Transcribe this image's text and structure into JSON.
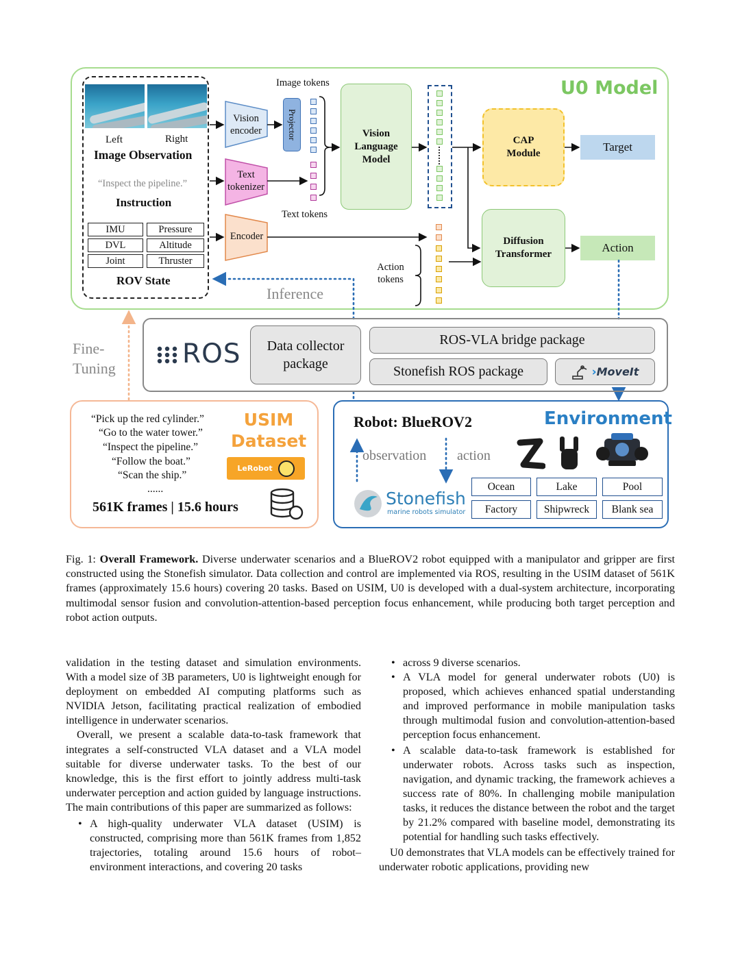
{
  "figure": {
    "model_title": "U0 Model",
    "image_tokens_label": "Image tokens",
    "text_tokens_label": "Text tokens",
    "action_tokens_label": "Action tokens",
    "left_label": "Left",
    "right_label": "Right",
    "image_observation": "Image Observation",
    "instruction_example": "“Inspect the pipeline.”",
    "instruction_label": "Instruction",
    "rov_state_label": "ROV State",
    "rov_state_cells": [
      "IMU",
      "Pressure",
      "DVL",
      "Altitude",
      "Joint",
      "Thruster"
    ],
    "vision_encoder": "Vision encoder",
    "projector": "Projector",
    "text_tokenizer": "Text tokenizer",
    "encoder": "Encoder",
    "vlm": "Vision Language Model",
    "cap_module": "CAP Module",
    "diffusion_transformer": "Diffusion Transformer",
    "target": "Target",
    "action": "Action",
    "inference": "Inference",
    "fine_tuning": "Fine- Tuning",
    "ros_logo": "ROS",
    "data_collector": "Data collector package",
    "ros_vla_bridge": "ROS-VLA bridge package",
    "stonefish_ros": "Stonefish ROS package",
    "moveit": "MoveIt",
    "usim_title": "USIM Dataset",
    "usim_instructions": [
      "“Pick up the  red cylinder.”",
      "“Go to the water tower.”",
      "“Inspect the pipeline.”",
      "“Follow the boat.”",
      "“Scan the ship.”",
      "......"
    ],
    "lerobot": "LeRobot",
    "usim_stats": "561K frames | 15.6 hours",
    "robot_label": "Robot: BlueROV2",
    "environment_title": "Environment",
    "observation": "observation",
    "action_lower": "action",
    "stonefish_name": "Stonefish",
    "stonefish_sub": "marine robots simulator",
    "environments": [
      "Ocean",
      "Lake",
      "Pool",
      "Factory",
      "Shipwreck",
      "Blank sea"
    ],
    "colors": {
      "green": "#8fd07a",
      "blue_frame": "#2a6db5",
      "orange_frame": "#f0a878",
      "usim_orange": "#f4a23c",
      "env_blue": "#2a7fc4",
      "target_fill": "#bdd7ee",
      "action_fill": "#c6e8b8"
    }
  },
  "caption": {
    "label": "Fig. 1: ",
    "title": "Overall Framework.",
    "text": " Diverse underwater scenarios and a BlueROV2 robot equipped with a manipulator and gripper are first constructed using the Stonefish simulator. Data collection and control are implemented via ROS, resulting in the USIM dataset of 561K frames (approximately 15.6 hours) covering 20 tasks. Based on USIM, U0 is developed with a dual-system architecture, incorporating multimodal sensor fusion and convolution-attention-based perception focus enhancement, while producing both target perception and robot action outputs."
  },
  "left_column": {
    "p1": "validation in the testing dataset and simulation environments. With a model size of 3B parameters, U0 is lightweight enough for deployment on embedded AI computing platforms such as NVIDIA Jetson, facilitating practical realization of embodied intelligence in underwater scenarios.",
    "p2": "Overall, we present a scalable data-to-task framework that integrates a self-constructed VLA dataset and a VLA model suitable for diverse underwater tasks. To the best of our knowledge, this is the first effort to jointly address multi-task underwater perception and action guided by language instructions. The main contributions of this paper are summarized as follows:",
    "bullet1": "A high-quality underwater VLA dataset (USIM) is constructed, comprising more than 561K frames from 1,852 trajectories, totaling around 15.6 hours of robot–environment interactions, and covering 20 tasks"
  },
  "right_column": {
    "cont": "across 9 diverse scenarios.",
    "bullet2": "A VLA model for general underwater robots (U0) is proposed, which achieves enhanced spatial understanding and improved performance in mobile manipulation tasks through multimodal fusion and convolution-attention-based perception focus enhancement.",
    "bullet3": "A scalable data-to-task framework is established for underwater robots. Across tasks such as inspection, navigation, and dynamic tracking, the framework achieves a success rate of 80%. In challenging mobile manipulation tasks, it reduces the distance between the robot and the target by 21.2% compared with baseline model, demonstrating its potential for handling such tasks effectively.",
    "p_last": "U0 demonstrates that VLA models can be effectively trained for underwater robotic applications, providing new"
  }
}
